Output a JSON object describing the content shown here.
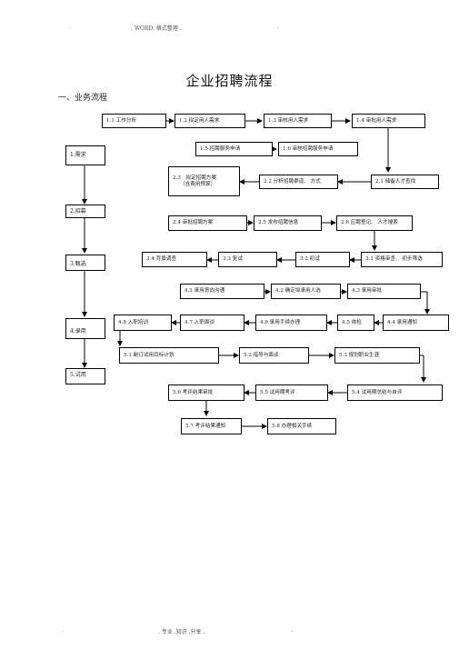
{
  "header": {
    "dot_left": ".",
    "word": ". WORD. 格式整理 .",
    "dot_right": "."
  },
  "title": "企业招聘流程",
  "section": "一、业务流程",
  "stages": {
    "s1": "1.需求",
    "s2": "2.招募",
    "s3": "3.甄选",
    "s4": "4.录用",
    "s5": "5.试用"
  },
  "steps": {
    "t1_1": "1.1 工作分析",
    "t1_2": "1.2 拟定用人需求",
    "t1_3": "1.3 审核用人需求",
    "t1_4": "1.4 审批用人需求",
    "t1_5": "1.5 招聘服务申请",
    "t1_6": "1.6 审核招聘服务申请",
    "t2_1": "2.1 储备人才查找",
    "t2_2": "2.2 分析招聘渠道、 方式",
    "t2_3a": "2.3　拟定招聘方案",
    "t2_3b": "（含费用预算）",
    "t2_4": "2.4 审批招聘方案",
    "t2_5": "2.5 发布招聘信息",
    "t2_6": "2.6 应聘登记、 人才搜索",
    "t3_1": "3.1 资格审查、 初步筛选",
    "t3_2": "3.2 初试",
    "t3_3": "3.3 复试",
    "t3_4": "3.4 背景调查",
    "t4_1": "4.1 录用意向沟通",
    "t4_2": "4.2 确定拟录用人选",
    "t4_3": "4.3 录用审批",
    "t4_4": "4.4 录用通知",
    "t4_5": "4.5 体检",
    "t4_6": "4.6 录用手续办理",
    "t4_7": "4.7 入职面谈",
    "t4_8": "4.8 入职培训",
    "t5_1": "5.1 制订试用目标计划",
    "t5_2": "5.2 指导与面谈",
    "t5_3": "5.3 规划职业生涯",
    "t5_4": "5.4 试用期总结与自评",
    "t5_5": "5.5 试用期考评",
    "t5_6": "5.6 考评结果审批",
    "t5_7": "5.7 考评结果通知",
    "t5_8": "5.8 办理相关手续"
  },
  "footer": {
    "dot_left": ".",
    "text": ". 专业 .知识 .分享 .",
    "dot_right": "."
  }
}
